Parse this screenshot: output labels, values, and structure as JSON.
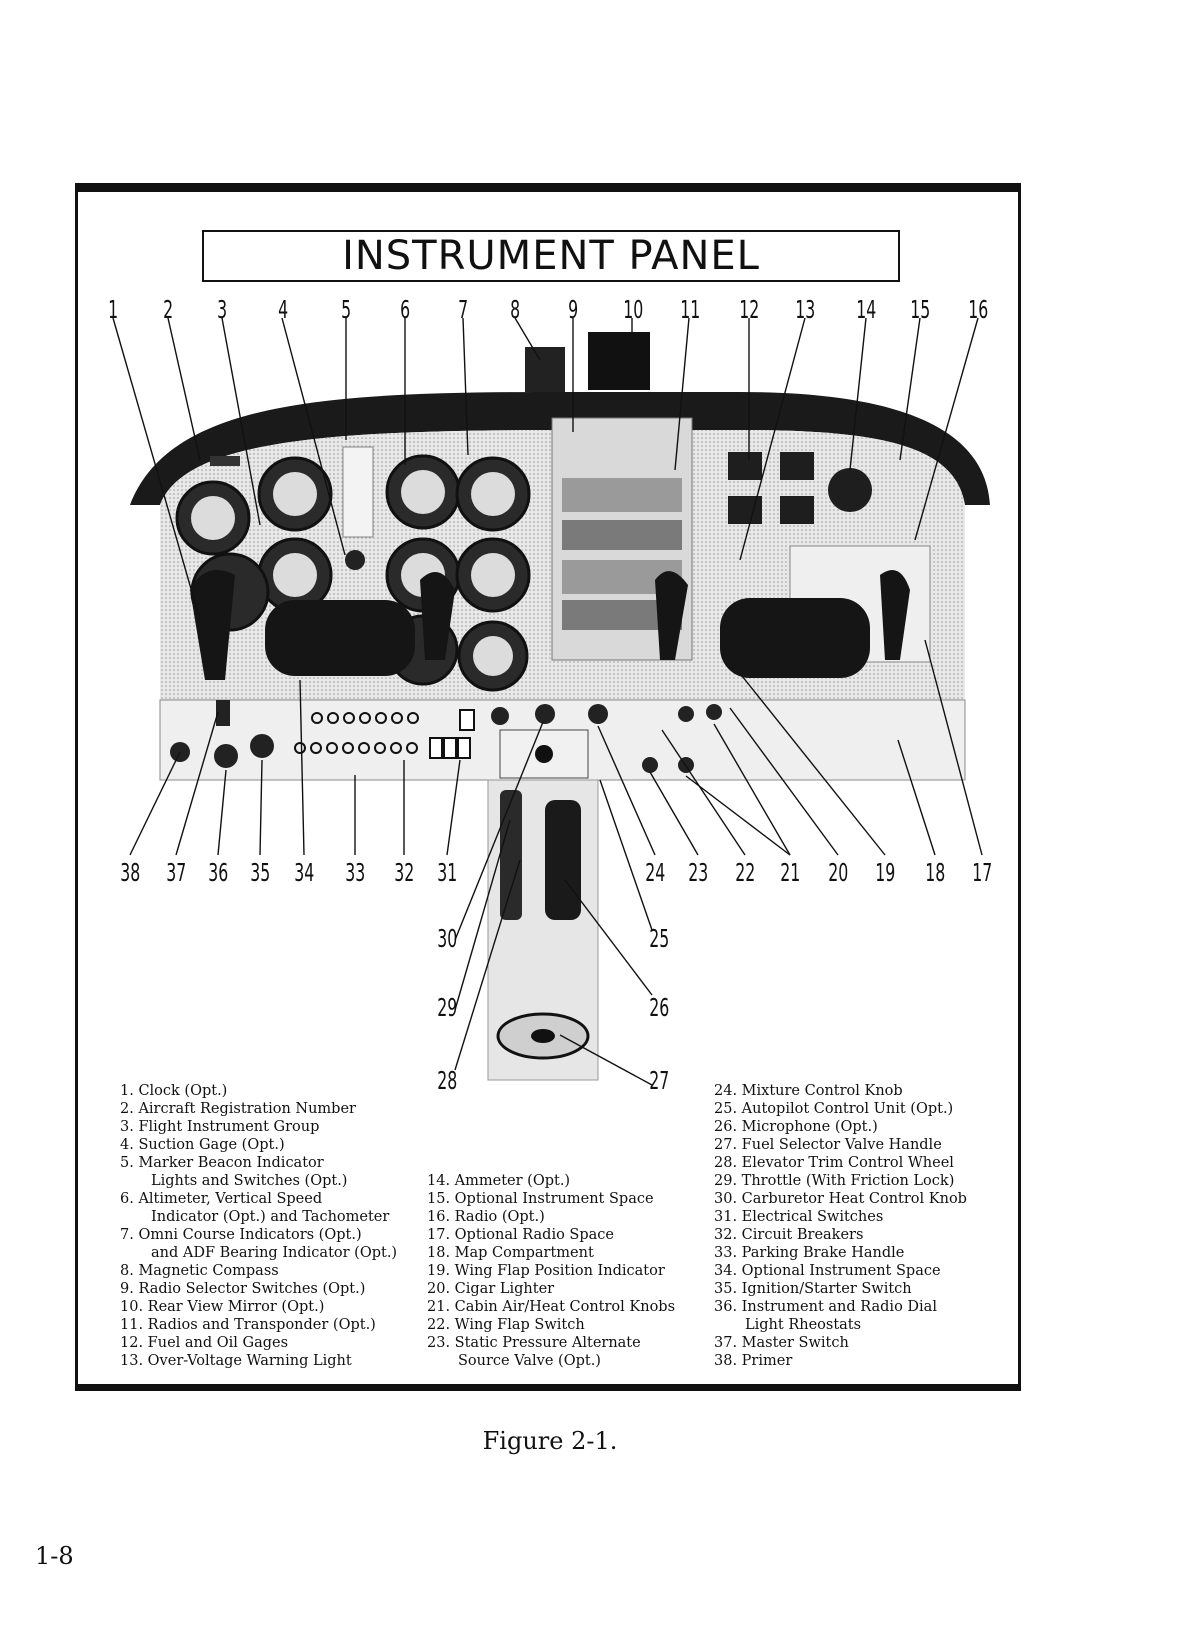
{
  "title": "INSTRUMENT PANEL",
  "top_callouts": [
    "1",
    "2",
    "3",
    "4",
    "5",
    "6",
    "7",
    "8",
    "9",
    "10",
    "11",
    "12",
    "13",
    "14",
    "15",
    "16"
  ],
  "bottom_callouts": [
    "38",
    "37",
    "36",
    "35",
    "34",
    "33",
    "32",
    "31",
    "24",
    "23",
    "22",
    "21",
    "20",
    "19",
    "18",
    "17"
  ],
  "mid_callouts": {
    "c30": "30",
    "c29": "29",
    "c28": "28",
    "c25": "25",
    "c26": "26",
    "c27": "27"
  },
  "legend_col1": [
    "1. Clock (Opt.)",
    "2. Aircraft Registration Number",
    "3. Flight Instrument Group",
    "4. Suction Gage (Opt.)",
    "5. Marker Beacon Indicator",
    "Lights and Switches (Opt.)",
    "6. Altimeter, Vertical Speed",
    "Indicator (Opt.) and Tachometer",
    "7. Omni Course Indicators (Opt.)",
    "and ADF Bearing Indicator (Opt.)",
    "8. Magnetic Compass",
    "9. Radio Selector Switches (Opt.)",
    "10. Rear View Mirror (Opt.)",
    "11. Radios and Transponder (Opt.)",
    "12. Fuel and Oil Gages",
    "13. Over-Voltage Warning Light"
  ],
  "legend_col2": [
    "14. Ammeter (Opt.)",
    "15. Optional Instrument Space",
    "16. Radio (Opt.)",
    "17. Optional Radio Space",
    "18. Map Compartment",
    "19. Wing Flap Position Indicator",
    "20. Cigar Lighter",
    "21. Cabin Air/Heat Control Knobs",
    "22. Wing Flap Switch",
    "23. Static Pressure Alternate",
    "Source Valve (Opt.)"
  ],
  "legend_col3": [
    "24. Mixture Control Knob",
    "25. Autopilot Control Unit (Opt.)",
    "26. Microphone (Opt.)",
    "27. Fuel Selector Valve Handle",
    "28. Elevator Trim Control Wheel",
    "29. Throttle (With Friction Lock)",
    "30. Carburetor Heat Control Knob",
    "31. Electrical Switches",
    "32. Circuit Breakers",
    "33. Parking Brake Handle",
    "34. Optional Instrument Space",
    "35. Ignition/Starter Switch",
    "36. Instrument and Radio Dial",
    "Light Rheostats",
    "37. Master Switch",
    "38. Primer"
  ],
  "caption": "Figure 2-1.",
  "page_number": "1-8"
}
